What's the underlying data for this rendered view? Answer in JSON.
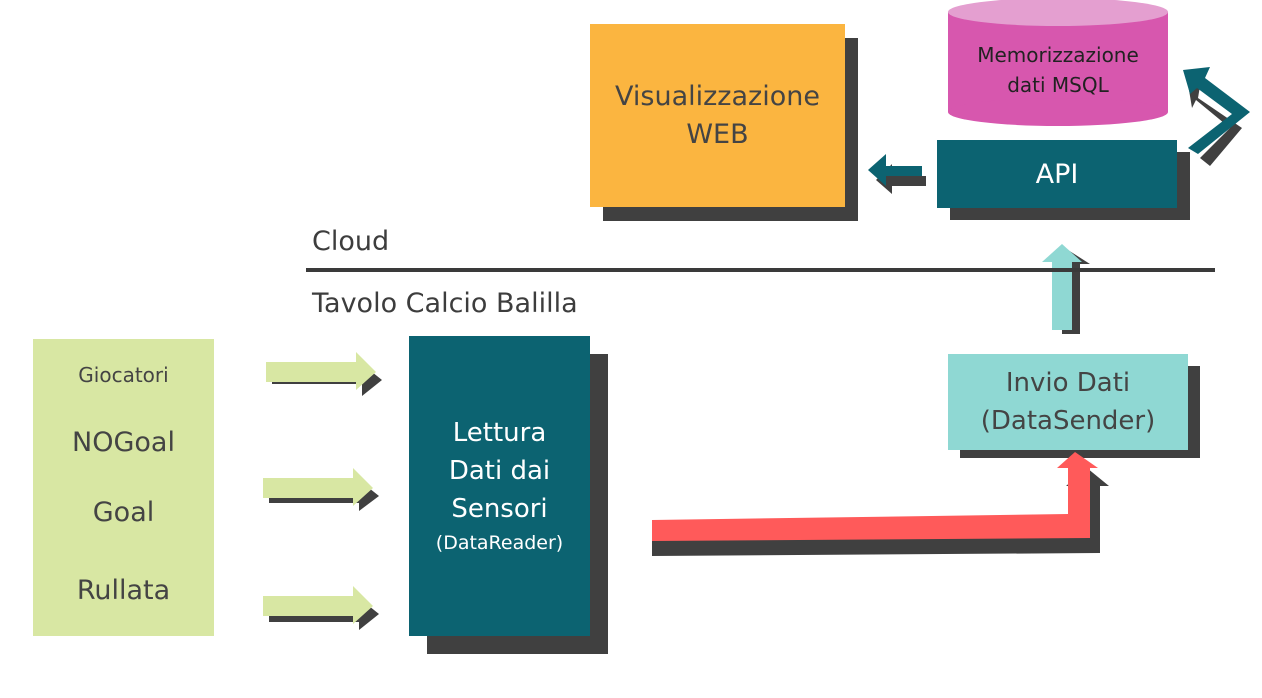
{
  "regions": {
    "cloud_label": "Cloud",
    "local_label": "Tavolo Calcio Balilla"
  },
  "nodes": {
    "web": {
      "line1": "Visualizzazione",
      "line2": "WEB"
    },
    "database": {
      "line1": "Memorizzazione",
      "line2": "dati MSQL"
    },
    "api": {
      "label": "API"
    },
    "reader": {
      "line1": "Lettura",
      "line2": "Dati dai",
      "line3": "Sensori",
      "line4": "(DataReader)"
    },
    "sender": {
      "line1": "Invio Dati",
      "line2": "(DataSender)"
    },
    "players": {
      "title": "Giocatori",
      "items": [
        "NOGoal",
        "Goal",
        "Rullata"
      ]
    }
  },
  "colors": {
    "web": "#fbb540",
    "database": "#d757ae",
    "database_top": "#e49fd0",
    "api": "#0c6371",
    "reader": "#0c6371",
    "sender": "#8fd8d3",
    "players": "#d8e7a3",
    "shadow": "#404040",
    "arrow_input": "#d8e7a3",
    "arrow_reader_to_sender": "#ff5a5a",
    "arrow_sender_to_api": "#8fd8d3",
    "arrow_api": "#0c6371"
  }
}
